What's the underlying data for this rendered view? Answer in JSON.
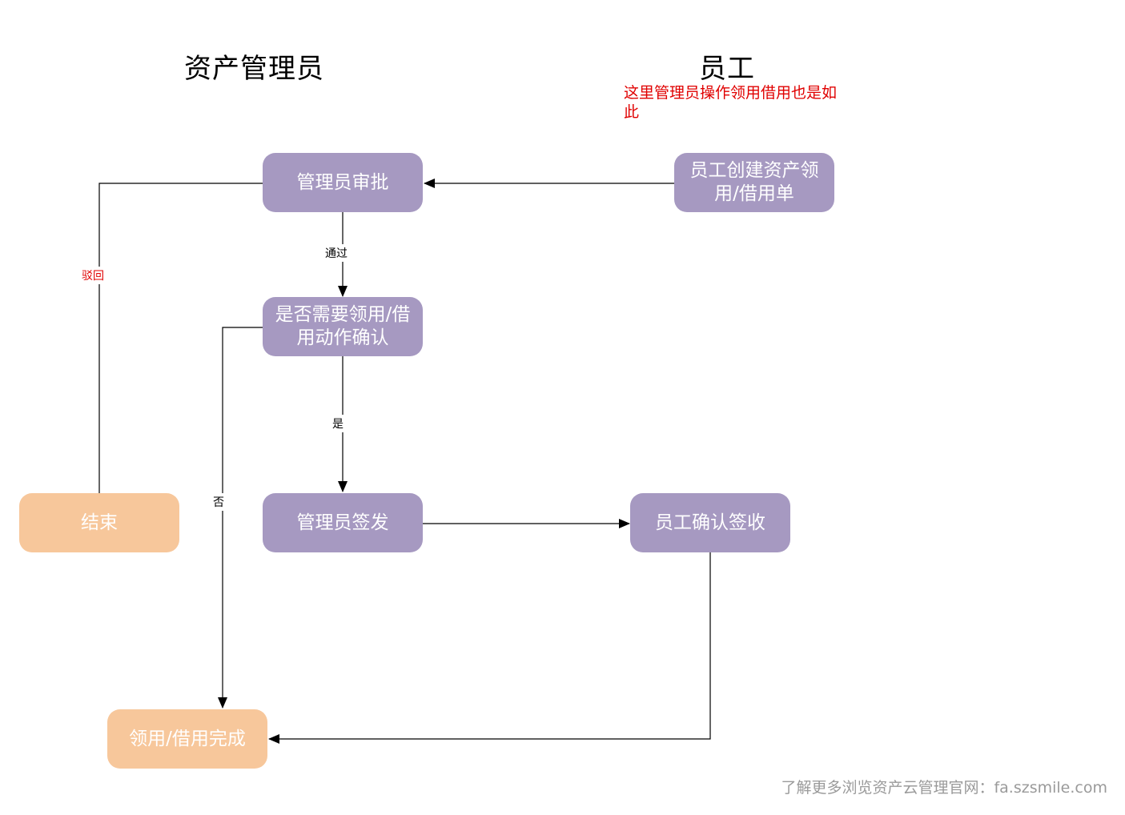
{
  "lanes": {
    "admin_title": "资产管理员",
    "employee_title": "员工"
  },
  "note": "这里管理员操作领用借用也是如此",
  "nodes": {
    "admin_approve": "管理员审批",
    "employee_create": "员工创建资产领用/借用单",
    "need_confirm": "是否需要领用/借用动作确认",
    "end": "结束",
    "admin_issue": "管理员签发",
    "employee_receive": "员工确认签收",
    "complete": "领用/借用完成"
  },
  "edges": {
    "pass": "通过",
    "reject": "驳回",
    "yes": "是",
    "no": "否"
  },
  "colors": {
    "process_node": "#a699c1",
    "terminal_node": "#f7c79b",
    "note_text": "#e00000",
    "reject_label": "#e00000"
  },
  "footer": "了解更多浏览资产云管理官网：fa.szsmile.com"
}
